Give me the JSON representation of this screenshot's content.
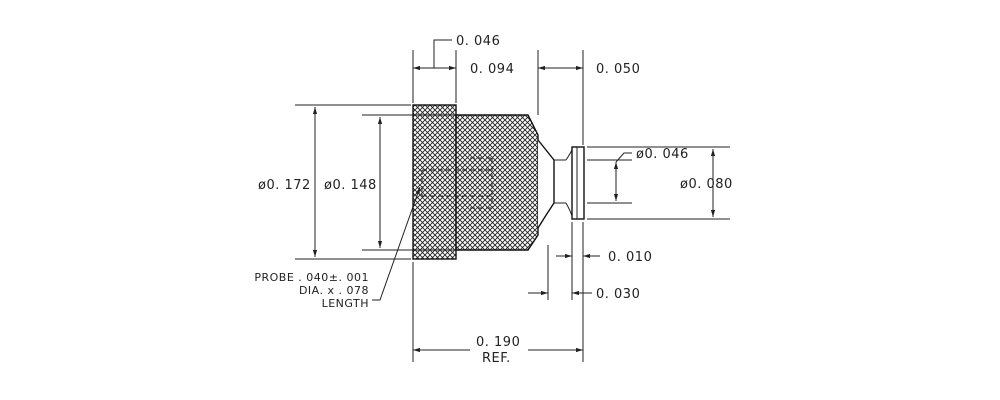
{
  "dimensions": {
    "d1": "0. 046",
    "d2": "0. 094",
    "d3": "0. 050",
    "d4": "ø0. 046",
    "d5": "ø0. 080",
    "d6": "ø0. 172",
    "d7": "ø0. 148",
    "d8": "0. 010",
    "d9": "0. 030",
    "d10": "0. 190",
    "d10_ref": "REF."
  },
  "note": {
    "line1": "PROBE . 040±. 001",
    "line2": "DIA. x . 078",
    "line3": "LENGTH"
  },
  "colors": {
    "line": "#222222",
    "knurl": "#222222",
    "background": "#ffffff"
  }
}
